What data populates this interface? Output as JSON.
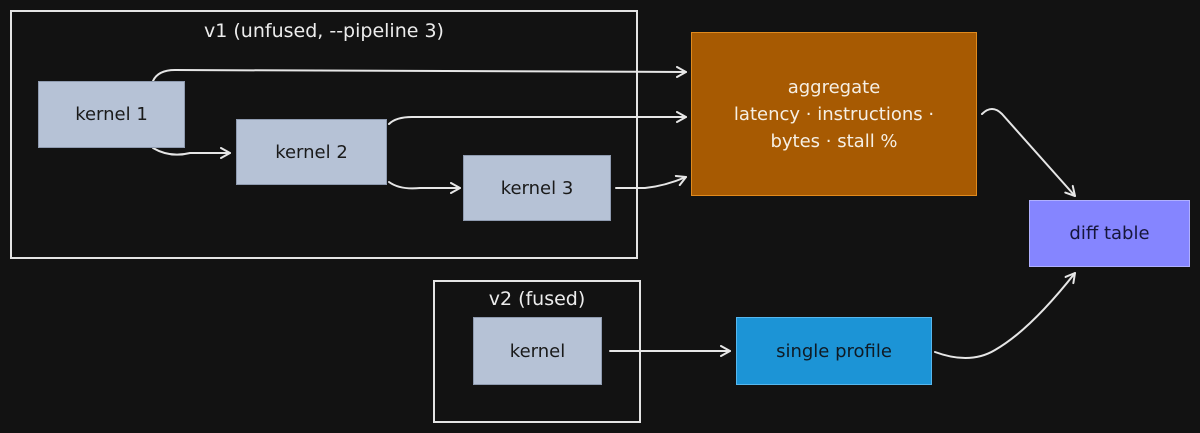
{
  "groups": {
    "v1": {
      "title": "v1 (unfused, --pipeline 3)"
    },
    "v2": {
      "title": "v2 (fused)"
    }
  },
  "nodes": {
    "kernel1": "kernel 1",
    "kernel2": "kernel 2",
    "kernel3": "kernel 3",
    "kernel": "kernel",
    "aggregate": {
      "line1": "aggregate",
      "line2": "latency · instructions ·",
      "line3": "bytes · stall %"
    },
    "single_profile": "single profile",
    "diff_table": "diff table"
  },
  "edges": [
    {
      "from": "kernel 1",
      "to": "kernel 2"
    },
    {
      "from": "kernel 2",
      "to": "kernel 3"
    },
    {
      "from": "kernel 1",
      "to": "aggregate"
    },
    {
      "from": "kernel 2",
      "to": "aggregate"
    },
    {
      "from": "kernel 3",
      "to": "aggregate"
    },
    {
      "from": "aggregate",
      "to": "diff table"
    },
    {
      "from": "kernel",
      "to": "single profile"
    },
    {
      "from": "single profile",
      "to": "diff table"
    }
  ],
  "colors": {
    "background": "#121212",
    "kernel_fill": "#b6c2d6",
    "aggregate_fill": "#a75a02",
    "profile_fill": "#1c94d6",
    "diff_fill": "#8585ff",
    "stroke": "#e6e6e6"
  }
}
